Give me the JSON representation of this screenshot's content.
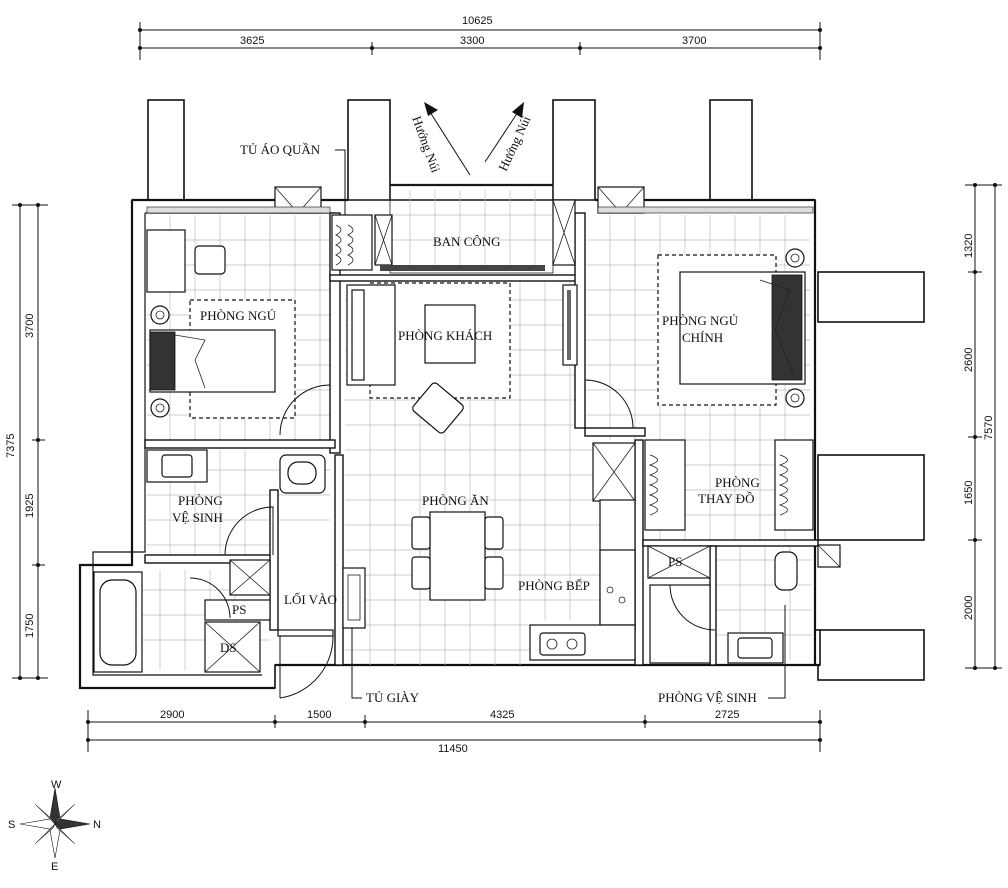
{
  "rooms": {
    "bedroom": "PHÒNG NGỦ",
    "living": "PHÒNG KHÁCH",
    "master_line1": "PHÒNG NGỦ",
    "master_line2": "CHÍNH",
    "balcony": "BAN CÔNG",
    "wardrobe": "TỦ ÁO QUẦN",
    "bath1_line1": "PHÒNG",
    "bath1_line2": "VỆ SINH",
    "dining": "PHÒNG ĂN",
    "kitchen": "PHÒNG BẾP",
    "dressing_line1": "PHÒNG",
    "dressing_line2": "THAY ĐỒ",
    "entrance": "LỐI VÀO",
    "shoe_cabinet": "TỦ GIÀY",
    "bath2": "PHÒNG VỆ SINH",
    "ps1": "PS",
    "ps2": "PS",
    "ds": "DS"
  },
  "orientation": {
    "left_arrow": "Hướng Núi",
    "right_arrow": "Hướng Núi"
  },
  "dimensions": {
    "top_total": "10625",
    "top_1": "3625",
    "top_2": "3300",
    "top_3": "3700",
    "bottom_1": "2900",
    "bottom_2": "1500",
    "bottom_3": "4325",
    "bottom_4": "2725",
    "bottom_total": "11450",
    "left_total": "7375",
    "left_1": "3700",
    "left_2": "1925",
    "left_3": "1750",
    "right_total": "7570",
    "right_1": "1320",
    "right_2": "2600",
    "right_3": "1650",
    "right_4": "2000"
  },
  "compass": {
    "w": "W",
    "s": "S",
    "n": "N",
    "e": "E"
  }
}
